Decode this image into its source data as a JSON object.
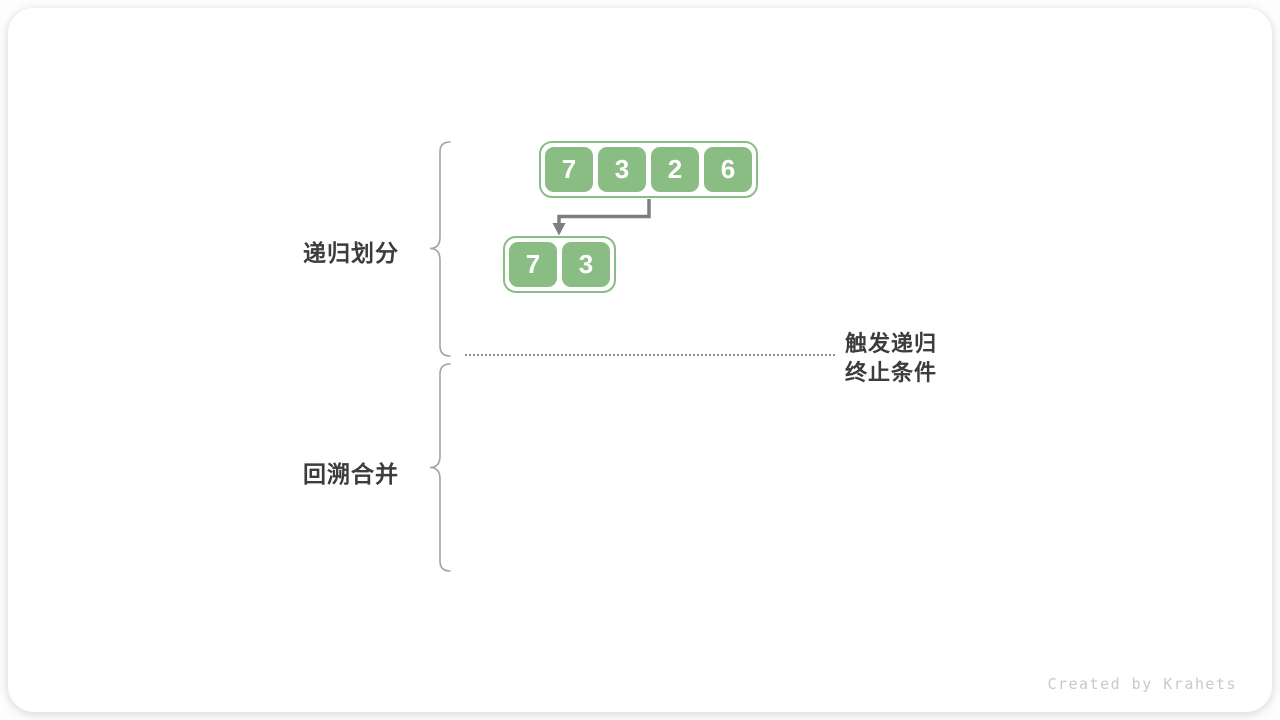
{
  "labels": {
    "divide": "递归划分",
    "merge": "回溯合并",
    "termination": {
      "line1": "触发递归",
      "line2": "终止条件"
    }
  },
  "arrays": {
    "level1": {
      "values": [
        "7",
        "3",
        "2",
        "6"
      ]
    },
    "level2": {
      "values": [
        "7",
        "3"
      ]
    }
  },
  "watermark": "Created by Krahets",
  "colors": {
    "cell_green": "#8abd83",
    "arrow_gray": "#7e7e7e",
    "brace_gray": "#a3a3a3",
    "dotted_gray": "#8f8f8f",
    "label_text": "#3c3c3c",
    "watermark_gray": "#c9c9c9",
    "card_bg": "#ffffff"
  }
}
